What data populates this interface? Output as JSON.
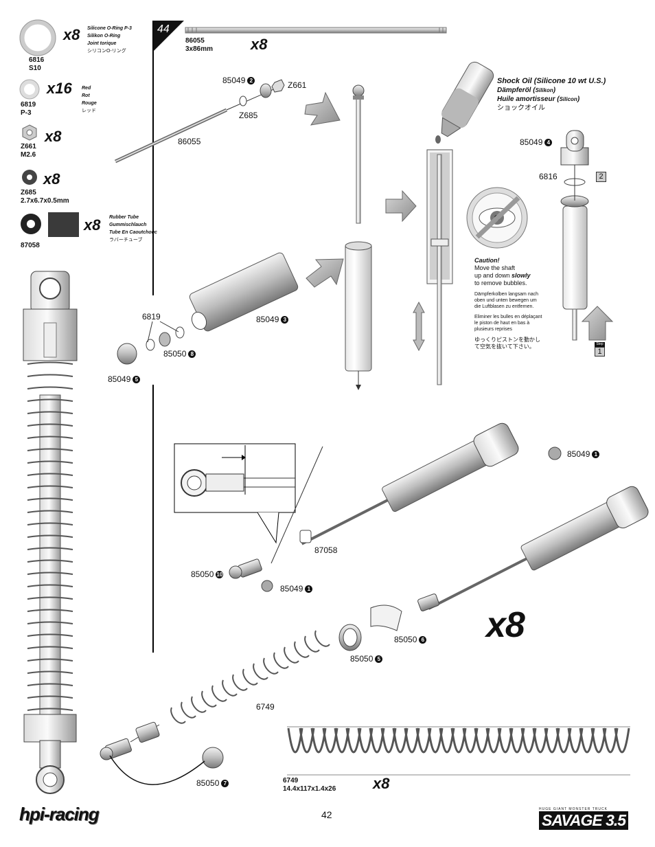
{
  "page": {
    "number": "42",
    "step": "44"
  },
  "brand": {
    "logo_left": "hpi-racing",
    "logo_right_small": "HUGE GIANT MONSTER TRUCK",
    "logo_right": "SAVAGE 3.5"
  },
  "parts": [
    {
      "qty": "x8",
      "code": "6816",
      "size": "S10",
      "names": [
        "Silicone O-Ring P-3",
        "Silikon O-Ring",
        "Joint torique",
        "シリコンO-リング"
      ]
    },
    {
      "qty": "x16",
      "code": "6819",
      "size": "P-3",
      "names": [
        "Red",
        "Rot",
        "Rouge",
        "レッド"
      ]
    },
    {
      "qty": "x8",
      "code": "Z661",
      "size": "M2.6",
      "names": []
    },
    {
      "qty": "x8",
      "code": "Z685",
      "size": "2.7x6.7x0.5mm",
      "names": []
    },
    {
      "qty": "x8",
      "code": "87058",
      "size": "",
      "names": [
        "Rubber Tube",
        "Gummischlauch",
        "Tube En Caoutchouc",
        "ラバーチューブ"
      ]
    }
  ],
  "shaft": {
    "code": "86055",
    "size": "3x86mm",
    "qty": "x8"
  },
  "labels": {
    "a1": "85049",
    "a1n": "2",
    "a2": "Z661",
    "a3": "Z685",
    "a4": "86055",
    "b1": "6819",
    "b2": "85049",
    "b2n": "3",
    "b3": "85050",
    "b3n": "8",
    "b4": "85049",
    "b4n": "5",
    "c1": "85049",
    "c1n": "4",
    "c2": "6816",
    "c3": "2",
    "c4": "Step",
    "c5": "1",
    "d1": "85049",
    "d1n": "1",
    "d2": "87058",
    "d3": "85050",
    "d3n": "10",
    "d4": "85049",
    "d4n": "1",
    "d5": "85050",
    "d5n": "6",
    "d6": "85050",
    "d6n": "5",
    "d7": "6749",
    "d8": "85050",
    "d8n": "7",
    "assembly_qty": "x8"
  },
  "oil": {
    "title": "Shock Oil (Silicone 10 wt U.S.)",
    "de": "Dämpferöl (",
    "de_s": "Silikon",
    "de_e": ")",
    "fr": "Huile amortisseur (",
    "fr_s": "Silicon",
    "fr_e": ")",
    "jp": "ショックオイル"
  },
  "caution": {
    "title": "Caution!",
    "en1": "Move the shaft",
    "en2": "up and down ",
    "en2b": "slowly",
    "en3": "to remove bubbles.",
    "de": "Dämpferkolben langsam nach oben und unten bewegen um die Luftblasen zu entfernen.",
    "fr": "Eliminer les bulles en déplaçant le piston de haut en bas à plusieurs reprises",
    "jp": "ゆっくりピストンを動かして空気を抜いて下さい。"
  },
  "spring": {
    "code": "6749",
    "size": "14.4x117x1.4x26",
    "qty": "x8"
  }
}
